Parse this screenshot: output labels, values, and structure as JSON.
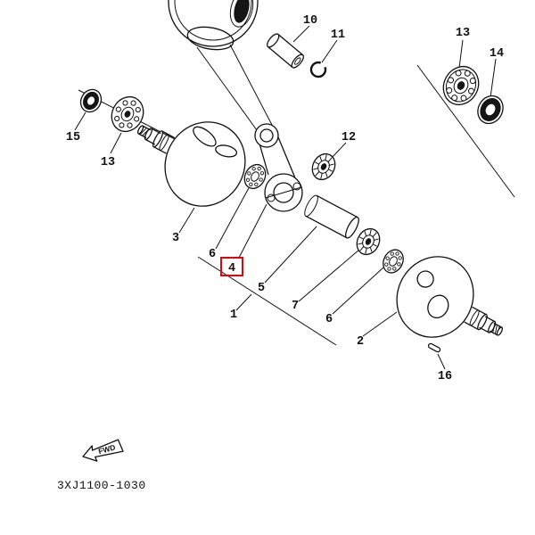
{
  "diagram": {
    "part_code": "3XJ1100-1030",
    "fwd_label": "FWD",
    "selected_part": "4",
    "colors": {
      "highlight": "#e8000d",
      "line": "#111111",
      "background": "#ffffff"
    },
    "callouts": {
      "part1": "1",
      "part2": "2",
      "part3": "3",
      "part4": "4",
      "part5": "5",
      "part6_left": "6",
      "part6_right": "6",
      "part7": "7",
      "part10": "10",
      "part11": "11",
      "part12": "12",
      "part13_left": "13",
      "part13_right": "13",
      "part14": "14",
      "part15": "15",
      "part16": "16"
    }
  }
}
